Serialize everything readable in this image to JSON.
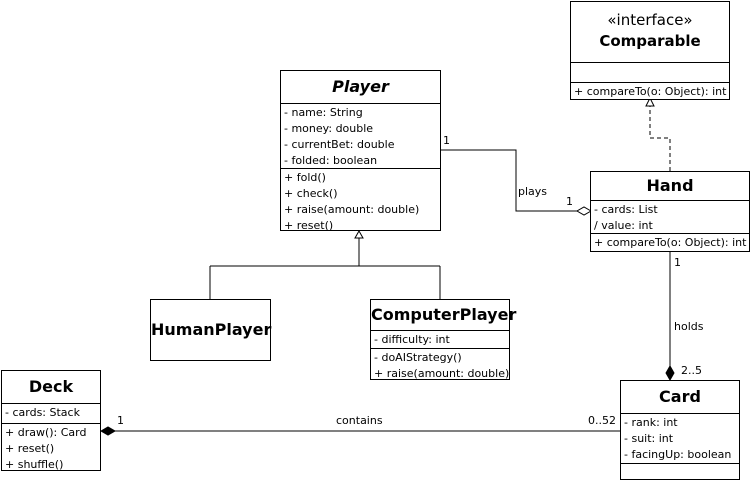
{
  "classes": {
    "comparable": {
      "stereotype": "«interface»",
      "name": "Comparable",
      "attributes": [],
      "methods": [
        "+ compareTo(o: Object): int"
      ]
    },
    "player": {
      "name": "Player",
      "attributes": [
        "- name: String",
        "- money: double",
        "- currentBet: double",
        "- folded: boolean"
      ],
      "methods": [
        "+ fold()",
        "+ check()",
        "+ raise(amount: double)",
        "+ reset()"
      ]
    },
    "hand": {
      "name": "Hand",
      "attributes": [
        "- cards: List",
        "/ value: int"
      ],
      "methods": [
        "+ compareTo(o: Object): int"
      ]
    },
    "humanplayer": {
      "name": "HumanPlayer"
    },
    "computerplayer": {
      "name": "ComputerPlayer",
      "attributes": [
        "- difficulty: int"
      ],
      "methods": [
        "- doAIStrategy()",
        "+ raise(amount: double)"
      ]
    },
    "deck": {
      "name": "Deck",
      "attributes": [
        "- cards: Stack"
      ],
      "methods": [
        "+ draw(): Card",
        "+ reset()",
        "+ shuffle()"
      ]
    },
    "card": {
      "name": "Card",
      "attributes": [
        "- rank: int",
        "- suit: int",
        "- facingUp: boolean"
      ]
    }
  },
  "relations": {
    "plays": {
      "label": "plays",
      "mult_source": "1",
      "mult_target": "1"
    },
    "holds": {
      "label": "holds",
      "mult_source": "1",
      "mult_target": "2..5"
    },
    "contains": {
      "label": "contains",
      "mult_source": "1",
      "mult_target": "0..52"
    }
  }
}
